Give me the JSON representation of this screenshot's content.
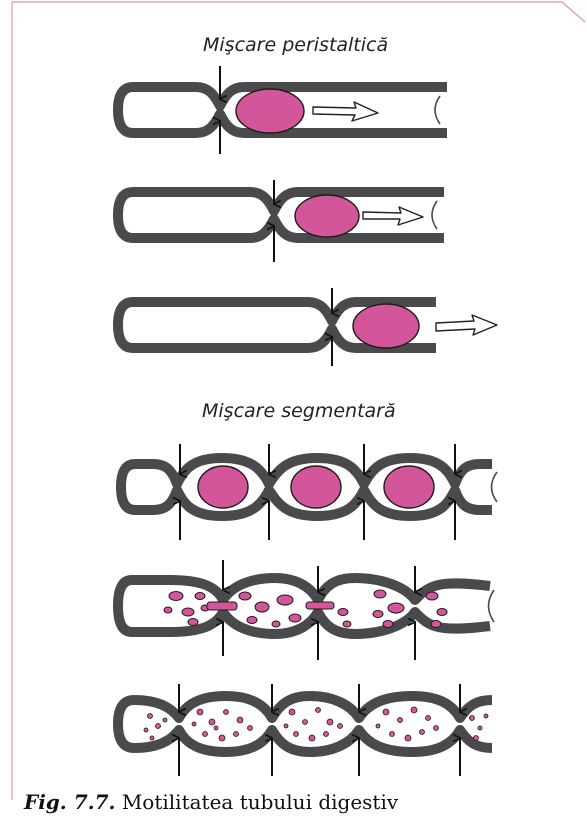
{
  "diagram": {
    "title_peristaltic": "Mişcare peristaltică",
    "title_segmental": "Mişcare segmentară",
    "caption_label": "Fig. 7.7.",
    "caption_text": " Motilitatea tubului digestiv"
  },
  "colors": {
    "wall": "#4a4a4c",
    "bolus": "#d4569a",
    "bolus_stroke": "#1c1c1c",
    "frame_accent": "#d998b8",
    "arrow": "#111111"
  }
}
